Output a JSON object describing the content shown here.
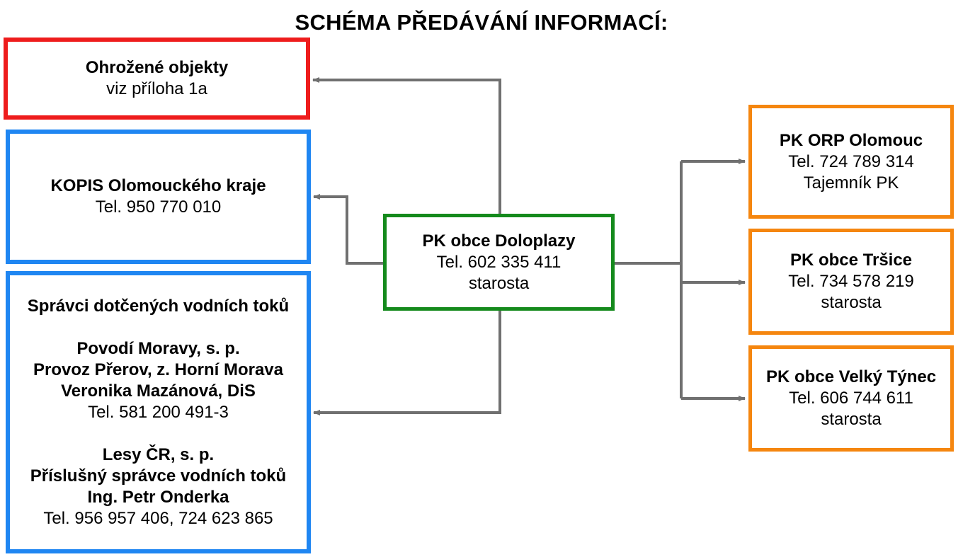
{
  "title": "SCHÉMA PŘEDÁVÁNÍ INFORMACÍ:",
  "colors": {
    "red": "#ee1c1c",
    "blue": "#1f86f2",
    "green": "#148a1c",
    "orange": "#f5860f",
    "connector": "#707070"
  },
  "boxes": {
    "threatened": {
      "heading": "Ohrožené objekty",
      "line1": "viz příloha 1a"
    },
    "kopis": {
      "heading": "KOPIS Olomouckého kraje",
      "line1": "Tel. 950 770 010"
    },
    "managers": {
      "heading": "Správci dotčených vodních toků",
      "org1": {
        "name": "Povodí Moravy, s. p.",
        "unit": "Provoz Přerov, z. Horní Morava",
        "person": "Veronika Mazánová, DiS",
        "phone": "Tel. 581 200 491-3"
      },
      "org2": {
        "name": "Lesy ČR, s. p.",
        "unit": "Příslušný správce vodních toků",
        "person": "Ing. Petr Onderka",
        "phone": "Tel. 956 957 406, 724 623 865"
      }
    },
    "center": {
      "heading": "PK obce Doloplazy",
      "line1": "Tel. 602 335 411",
      "line2": "starosta"
    },
    "orp": {
      "heading": "PK ORP Olomouc",
      "line1": "Tel. 724 789 314",
      "line2": "Tajemník PK"
    },
    "trsice": {
      "heading": "PK obce Tršice",
      "line1": "Tel. 734 578 219",
      "line2": "starosta"
    },
    "tynec": {
      "heading": "PK obce Velký Týnec",
      "line1": "Tel. 606 744 611",
      "line2": "starosta"
    }
  }
}
